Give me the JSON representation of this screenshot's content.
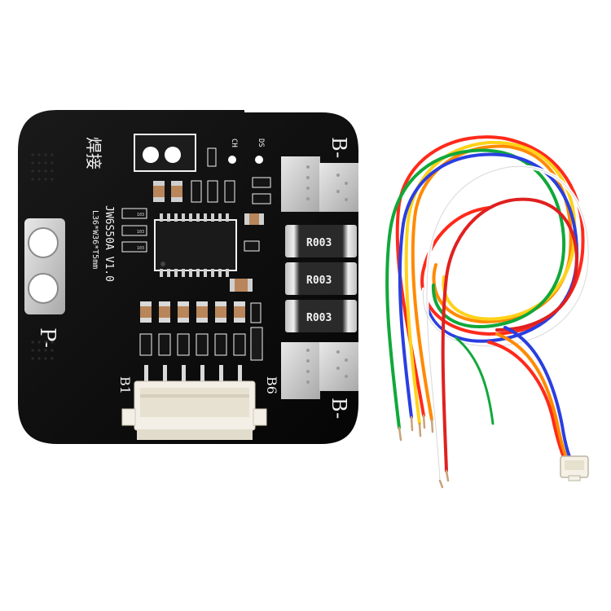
{
  "pcb": {
    "model": "JW6S50A V1.0",
    "size": "L36*W36*T5mm",
    "port_neg": "P-",
    "port_b_top": "B-",
    "port_b_bottom": "B-",
    "balance_b1": "B1",
    "balance_b6": "B6",
    "label_ch": "CH",
    "label_ds": "DS",
    "chinese_mark": "焊接",
    "shunts": [
      "R003",
      "R003",
      "R003"
    ],
    "small_codes": [
      "103",
      "103",
      "103"
    ]
  },
  "wires": {
    "colors": [
      "#ff2a1a",
      "#ff8a00",
      "#ffd21a",
      "#11a83a",
      "#2a3fe0",
      "#ffffff",
      "#e02020"
    ]
  },
  "colors": {
    "board": "#0d0d0d",
    "silkscreen": "#f2f2f2",
    "pad": "#c9c9c9",
    "connector": "#f3efe6"
  }
}
